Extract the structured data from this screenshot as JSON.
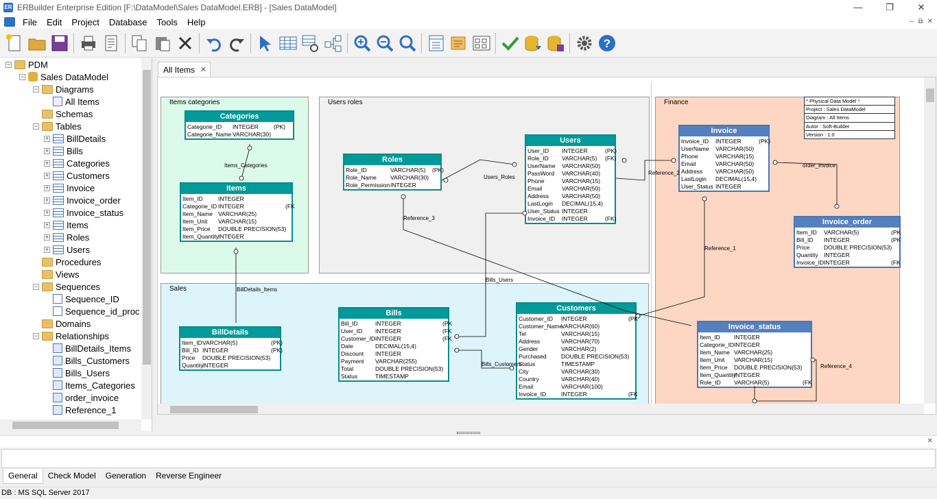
{
  "window": {
    "title": "ERBuilder Enterprise Edition [F:\\DataModel\\Sales DataModel.ERB] - [Sales DataModel]",
    "minimize": "—",
    "restore": "❐",
    "close": "✕"
  },
  "menu": [
    "File",
    "Edit",
    "Project",
    "Database",
    "Tools",
    "Help"
  ],
  "mdi": {
    "minimize": "–",
    "restore": "⧉",
    "close": "✕"
  },
  "toolbar": [
    "new-icon",
    "open-icon",
    "save-icon",
    "sep",
    "print-icon",
    "print-preview-icon",
    "sep",
    "copy-icon",
    "paste-icon",
    "delete-icon",
    "sep",
    "undo-icon",
    "redo-icon",
    "sep",
    "pointer-icon",
    "table-icon",
    "view-icon",
    "relationship-icon",
    "sep",
    "zoom-in-icon",
    "zoom-out-icon",
    "zoom-fit-icon",
    "sep",
    "note-icon",
    "area-icon",
    "layout-icon",
    "sep",
    "check-model-icon",
    "generate-database-icon",
    "reverse-engineer-icon",
    "sep",
    "settings-icon",
    "help-icon"
  ],
  "tree": [
    {
      "label": "PDM",
      "level": 0,
      "icon": "folder",
      "exp": "−"
    },
    {
      "label": "Sales DataModel",
      "level": 1,
      "icon": "db",
      "exp": "−"
    },
    {
      "label": "Diagrams",
      "level": 2,
      "icon": "folder",
      "exp": "−"
    },
    {
      "label": "All Items",
      "level": 3,
      "icon": "diagram",
      "exp": ""
    },
    {
      "label": "Schemas",
      "level": 2,
      "icon": "folder",
      "exp": ""
    },
    {
      "label": "Tables",
      "level": 2,
      "icon": "folder",
      "exp": "−"
    },
    {
      "label": "BillDetails",
      "level": 3,
      "icon": "table",
      "exp": "+"
    },
    {
      "label": "Bills",
      "level": 3,
      "icon": "table",
      "exp": "+"
    },
    {
      "label": "Categories",
      "level": 3,
      "icon": "table",
      "exp": "+"
    },
    {
      "label": "Customers",
      "level": 3,
      "icon": "table",
      "exp": "+"
    },
    {
      "label": "Invoice",
      "level": 3,
      "icon": "table",
      "exp": "+"
    },
    {
      "label": "Invoice_order",
      "level": 3,
      "icon": "table",
      "exp": "+"
    },
    {
      "label": "Invoice_status",
      "level": 3,
      "icon": "table",
      "exp": "+"
    },
    {
      "label": "Items",
      "level": 3,
      "icon": "table",
      "exp": "+"
    },
    {
      "label": "Roles",
      "level": 3,
      "icon": "table",
      "exp": "+"
    },
    {
      "label": "Users",
      "level": 3,
      "icon": "table",
      "exp": "+"
    },
    {
      "label": "Procedures",
      "level": 2,
      "icon": "folder",
      "exp": ""
    },
    {
      "label": "Views",
      "level": 2,
      "icon": "folder",
      "exp": ""
    },
    {
      "label": "Sequences",
      "level": 2,
      "icon": "folder",
      "exp": "−"
    },
    {
      "label": "Sequence_ID",
      "level": 3,
      "icon": "seq",
      "exp": ""
    },
    {
      "label": "Sequence_id_proc",
      "level": 3,
      "icon": "seq",
      "exp": ""
    },
    {
      "label": "Domains",
      "level": 2,
      "icon": "folder",
      "exp": ""
    },
    {
      "label": "Relationships",
      "level": 2,
      "icon": "folder",
      "exp": "−"
    },
    {
      "label": "BillDetails_Items",
      "level": 3,
      "icon": "rel",
      "exp": ""
    },
    {
      "label": "Bills_Customers",
      "level": 3,
      "icon": "rel",
      "exp": ""
    },
    {
      "label": "Bills_Users",
      "level": 3,
      "icon": "rel",
      "exp": ""
    },
    {
      "label": "Items_Categories",
      "level": 3,
      "icon": "rel",
      "exp": ""
    },
    {
      "label": "order_invoice",
      "level": 3,
      "icon": "rel",
      "exp": ""
    },
    {
      "label": "Reference_1",
      "level": 3,
      "icon": "rel",
      "exp": ""
    }
  ],
  "tabs": {
    "active": "All Items",
    "close": "✕"
  },
  "colors": {
    "teal_header": "#009a9a",
    "blue_header": "#5580be",
    "items_area": "#dcfae9",
    "users_area": "#f0f0f0",
    "sales_area": "#ddf4fb",
    "finance_area": "#fdd7c3"
  },
  "areas": [
    {
      "label": "Items categories",
      "bg": "#dcfae9"
    },
    {
      "label": "Users roles",
      "bg": "#f0f0f0"
    },
    {
      "label": "Sales",
      "bg": "#ddf4fb"
    },
    {
      "label": "Finance",
      "bg": "#fdd7c3"
    }
  ],
  "info_box": [
    "* Physical Data Model *",
    "Project : Sales DataModel",
    "Diagram : All Items",
    "Autor : Soft-Builder",
    "Version : 1.0"
  ],
  "entities": [
    {
      "name": "Categories",
      "style": "teal",
      "cols": [
        [
          "Categorie_ID",
          "INTEGER",
          "(PK)"
        ],
        [
          "Categorie_Name",
          "VARCHAR(30)",
          ""
        ]
      ]
    },
    {
      "name": "Items",
      "style": "teal",
      "cols": [
        [
          "Item_ID",
          "INTEGER",
          ""
        ],
        [
          "Categorie_ID",
          "INTEGER",
          "(FK"
        ],
        [
          "Item_Name",
          "VARCHAR(25)",
          ""
        ],
        [
          "Item_Unit",
          "VARCHAR(15)",
          ""
        ],
        [
          "Item_Price",
          "DOUBLE PRECISION(53)",
          ""
        ],
        [
          "Item_Quantity",
          "INTEGER",
          ""
        ]
      ]
    },
    {
      "name": "Roles",
      "style": "teal",
      "cols": [
        [
          "Role_ID",
          "VARCHAR(5)",
          "(PK)"
        ],
        [
          "Role_Name",
          "VARCHAR(30)",
          ""
        ],
        [
          "Role_Permission",
          "INTEGER",
          ""
        ]
      ]
    },
    {
      "name": "Users",
      "style": "teal",
      "cols": [
        [
          "User_ID",
          "INTEGER",
          "(PK)"
        ],
        [
          "Role_ID",
          "VARCHAR(5)",
          "(FK)"
        ],
        [
          "UserName",
          "VARCHAR(50)",
          ""
        ],
        [
          "PassWord",
          "VARCHAR(40)",
          ""
        ],
        [
          "Phone",
          "VARCHAR(15)",
          ""
        ],
        [
          "Email",
          "VARCHAR(50)",
          ""
        ],
        [
          "Address",
          "VARCHAR(50)",
          ""
        ],
        [
          "LastLogin",
          "DECIMAL(15,4)",
          ""
        ],
        [
          "User_Status",
          "INTEGER",
          ""
        ],
        [
          "Invoice_ID",
          "INTEGER",
          "(FK)"
        ]
      ]
    },
    {
      "name": "BillDetails",
      "style": "teal",
      "cols": [
        [
          "Item_ID",
          "VARCHAR(5)",
          "(PK)"
        ],
        [
          "Bill_ID",
          "INTEGER",
          "(PK)"
        ],
        [
          "Price",
          "DOUBLE PRECISION(53)",
          ""
        ],
        [
          "Quantity",
          "INTEGER",
          ""
        ]
      ]
    },
    {
      "name": "Bills",
      "style": "teal",
      "cols": [
        [
          "Bill_ID",
          "INTEGER",
          "(PK"
        ],
        [
          "User_ID",
          "INTEGER",
          "(FK"
        ],
        [
          "Customer_ID",
          "INTEGER",
          "(FK"
        ],
        [
          "Date",
          "DECIMAL(15,4)",
          ""
        ],
        [
          "Discount",
          "INTEGER",
          ""
        ],
        [
          "Payment",
          "VARCHAR(255)",
          ""
        ],
        [
          "Total",
          "DOUBLE PRECISION(53)",
          ""
        ],
        [
          "Status",
          "TIMESTAMP",
          ""
        ]
      ]
    },
    {
      "name": "Customers",
      "style": "teal",
      "cols": [
        [
          "Customer_ID",
          "INTEGER",
          "(PK"
        ],
        [
          "Customer_Name",
          "VARCHAR(60)",
          ""
        ],
        [
          "Tel",
          "VARCHAR(15)",
          ""
        ],
        [
          "Address",
          "VARCHAR(70)",
          ""
        ],
        [
          "Gender",
          "VARCHAR(2)",
          ""
        ],
        [
          "Purchased",
          "DOUBLE PRECISION(53)",
          ""
        ],
        [
          "Status",
          "TIMESTAMP",
          ""
        ],
        [
          "City",
          "VARCHAR(30)",
          ""
        ],
        [
          "Country",
          "VARCHAR(40)",
          ""
        ],
        [
          "Email",
          "VARCHAR(100)",
          ""
        ],
        [
          "Invoice_ID",
          "INTEGER",
          "(FK"
        ]
      ]
    },
    {
      "name": "Invoice",
      "style": "blue",
      "cols": [
        [
          "Invoice_ID",
          "INTEGER",
          "(PK)"
        ],
        [
          "UserName",
          "VARCHAR(50)",
          ""
        ],
        [
          "Phone",
          "VARCHAR(15)",
          ""
        ],
        [
          "Email",
          "VARCHAR(50)",
          ""
        ],
        [
          "Address",
          "VARCHAR(50)",
          ""
        ],
        [
          "LastLogin",
          "DECIMAL(15,4)",
          ""
        ],
        [
          "User_Status",
          "INTEGER",
          ""
        ]
      ]
    },
    {
      "name": "Invoice_order",
      "style": "blue",
      "cols": [
        [
          "Item_ID",
          "VARCHAR(5)",
          "(PK"
        ],
        [
          "Bill_ID",
          "INTEGER",
          "(PK"
        ],
        [
          "Price",
          "DOUBLE PRECISION(53)",
          ""
        ],
        [
          "Quantity",
          "INTEGER",
          ""
        ],
        [
          "Invoice_ID",
          "INTEGER",
          "(FK"
        ]
      ]
    },
    {
      "name": "Invoice_status",
      "style": "blue",
      "cols": [
        [
          "Item_ID",
          "INTEGER",
          ""
        ],
        [
          "Categorie_ID",
          "INTEGER",
          ""
        ],
        [
          "Item_Name",
          "VARCHAR(25)",
          ""
        ],
        [
          "Item_Unit",
          "VARCHAR(15)",
          ""
        ],
        [
          "Item_Price",
          "DOUBLE PRECISION(53)",
          ""
        ],
        [
          "Item_Quantity",
          "INTEGER",
          ""
        ],
        [
          "Role_ID",
          "VARCHAR(5)",
          "(FK"
        ]
      ]
    }
  ],
  "relationship_labels": [
    "Items_Categories",
    "Users_Roles",
    "Reference_3",
    "Reference_2",
    "order_invoice",
    "Reference_1",
    "Bills_Users",
    "BillDetails_Items",
    "Bills_Customers",
    "Reference_4"
  ],
  "bottom_tabs": [
    "General",
    "Check Model",
    "Generation",
    "Reverse Engineer"
  ],
  "status": "DB : MS SQL Server 2017"
}
